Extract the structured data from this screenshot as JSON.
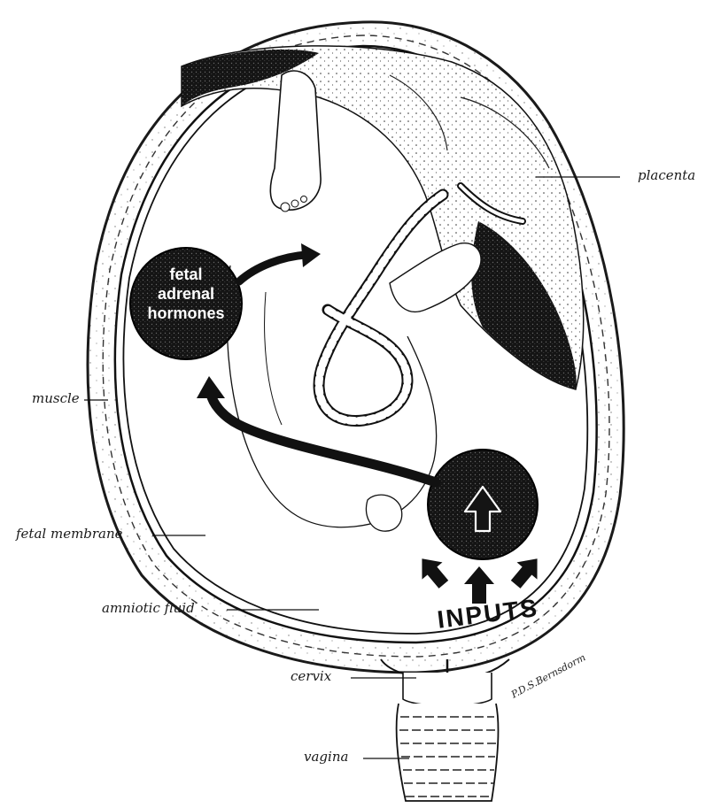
{
  "labels": {
    "placenta": "placenta",
    "muscle": "muscle",
    "fetal_membrane": "fetal membrane",
    "amniotic_fluid": "amniotic fluid",
    "cervix": "cervix",
    "vagina": "vagina"
  },
  "circles": {
    "hormones_line1": "fetal",
    "hormones_line2": "adrenal",
    "hormones_line3": "hormones",
    "inputs": "INPUTS"
  },
  "signature": "P.D.S.Bernsdorm",
  "colors": {
    "ink": "#1a1a1a",
    "paper": "#ffffff",
    "placenta_dark": "#1c1c1c"
  }
}
